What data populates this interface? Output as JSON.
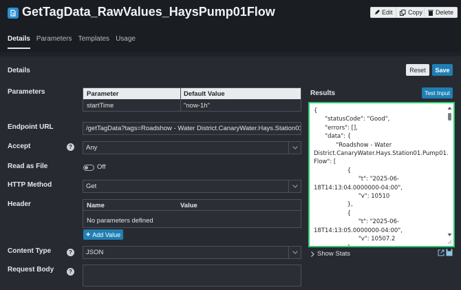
{
  "header": {
    "title": "GetTagData_RawValues_HaysPump01Flow",
    "edit_label": "Edit",
    "copy_label": "Copy",
    "delete_label": "Delete"
  },
  "tabs": [
    {
      "label": "Details",
      "active": true
    },
    {
      "label": "Parameters"
    },
    {
      "label": "Templates"
    },
    {
      "label": "Usage"
    }
  ],
  "details": {
    "section_title": "Details",
    "reset_label": "Reset",
    "save_label": "Save",
    "parameters": {
      "label": "Parameters",
      "columns": [
        "Parameter",
        "Default Value"
      ],
      "rows": [
        [
          "startTime",
          "\"now-1h\""
        ]
      ]
    },
    "endpoint": {
      "label": "Endpoint URL",
      "value": "/getTagData?tags=Roadshow - Water District.CanaryWater.Hays.Station01."
    },
    "accept": {
      "label": "Accept",
      "value": "Any"
    },
    "read_as_file": {
      "label": "Read as File",
      "state": "Off"
    },
    "http_method": {
      "label": "HTTP Method",
      "value": "Get"
    },
    "header_params": {
      "label": "Header",
      "columns": [
        "Name",
        "Value"
      ],
      "empty_text": "No parameters defined",
      "add_label": "Add Value"
    },
    "content_type": {
      "label": "Content Type",
      "value": "JSON"
    },
    "request_body": {
      "label": "Request Body",
      "value": ""
    }
  },
  "results": {
    "label": "Results",
    "test_input_label": "Test Input",
    "lines": [
      "{",
      "      \"statusCode\": \"Good\",",
      "      \"errors\": [],",
      "      \"data\": {",
      "            \"Roadshow - Water",
      "District.CanaryWater.Hays.Station01.Pump01.",
      "Flow\": [",
      "                  {",
      "                        \"t\": \"2025-06-",
      "18T14:13:04.0000000-04:00\",",
      "                        \"v\": 10510",
      "                  },",
      "                  {",
      "                        \"t\": \"2025-06-",
      "18T14:13:05.0000000-04:00\",",
      "                        \"v\": 10507.2",
      "                  },"
    ],
    "show_stats_label": "Show Stats"
  },
  "colors": {
    "accent": "#1f7fb4",
    "highlight": "#2ecc71",
    "background": "#1f2329"
  }
}
